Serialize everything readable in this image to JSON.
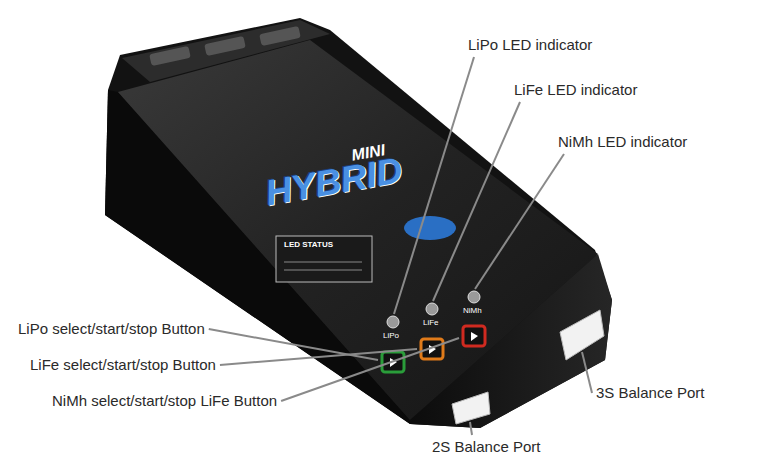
{
  "diagram": {
    "labels": [
      "LiPo LED indicator",
      "LiFe LED indicator",
      "NiMh LED indicator",
      "LiPo select/start/stop Button",
      "LiFe select/start/stop Button",
      "NiMh select/start/stop LiFe Button",
      "3S Balance Port",
      "2S Balance Port",
      "MINI",
      "HYBRID",
      "LED STATUS",
      "LiPo",
      "LiFe",
      "NiMh"
    ]
  }
}
